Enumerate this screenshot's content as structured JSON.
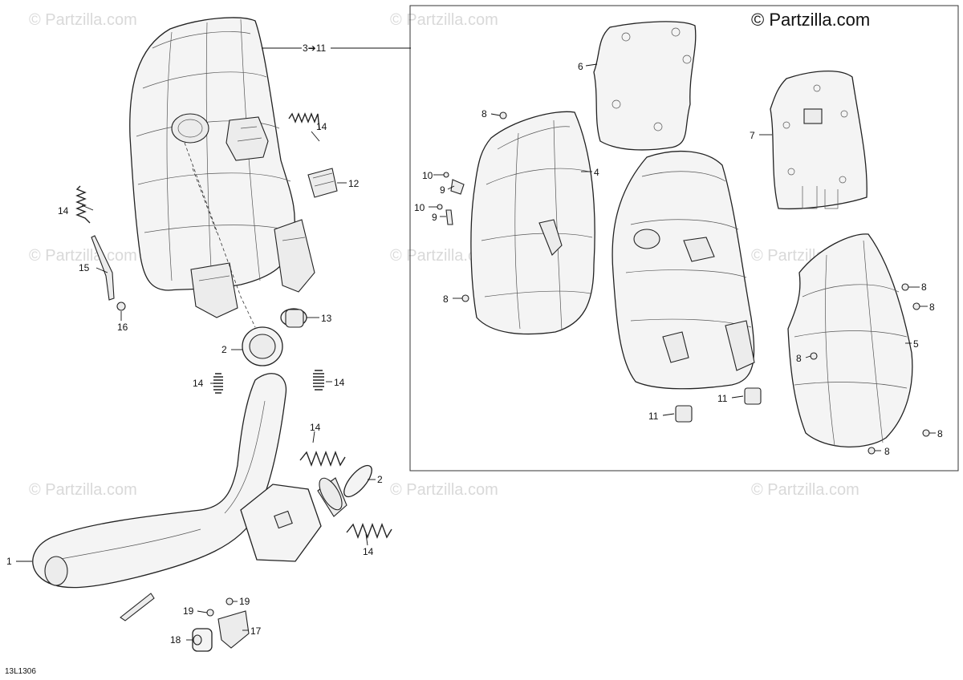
{
  "copyright": "© Partzilla.com",
  "watermark": "© Partzilla.com",
  "drawing_code": "13L1306",
  "callouts": {
    "c1": "1",
    "c2a": "2",
    "c2b": "2",
    "c3to11": "3➔11",
    "c4": "4",
    "c5": "5",
    "c6": "6",
    "c7": "7",
    "c8a": "8",
    "c8b": "8",
    "c8c": "8",
    "c8d": "8",
    "c8e": "8",
    "c8f": "8",
    "c9a": "9",
    "c9b": "9",
    "c10a": "10",
    "c10b": "10",
    "c11a": "11",
    "c11b": "11",
    "c12": "12",
    "c13": "13",
    "c14a": "14",
    "c14b": "14",
    "c14c": "14",
    "c14d": "14",
    "c14e": "14",
    "c14f": "14",
    "c15": "15",
    "c16": "16",
    "c17": "17",
    "c18": "18",
    "c19a": "19",
    "c19b": "19"
  }
}
